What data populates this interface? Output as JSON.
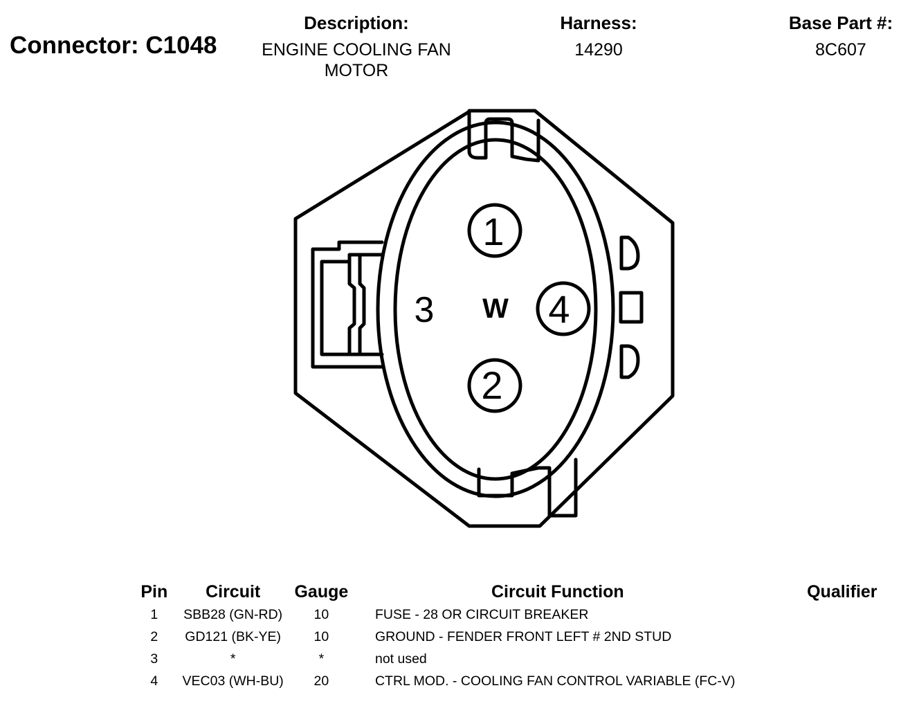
{
  "header": {
    "title": "Connector: C1048",
    "description_label": "Description:",
    "description_line1": "ENGINE COOLING FAN",
    "description_line2": "MOTOR",
    "harness_label": "Harness:",
    "harness_value": "14290",
    "base_part_label": "Base Part #:",
    "base_part_value": "8C607"
  },
  "diagram": {
    "pin1": "1",
    "pin2": "2",
    "pin3": "3",
    "pin4": "4",
    "key_mark": "W"
  },
  "table": {
    "headers": {
      "pin": "Pin",
      "circuit": "Circuit",
      "gauge": "Gauge",
      "function": "Circuit Function",
      "qualifier": "Qualifier"
    },
    "rows": [
      {
        "pin": "1",
        "circuit": "SBB28 (GN-RD)",
        "gauge": "10",
        "function": "FUSE - 28 OR CIRCUIT BREAKER",
        "qualifier": ""
      },
      {
        "pin": "2",
        "circuit": "GD121 (BK-YE)",
        "gauge": "10",
        "function": "GROUND - FENDER FRONT LEFT # 2ND STUD",
        "qualifier": ""
      },
      {
        "pin": "3",
        "circuit": "*",
        "gauge": "*",
        "function": "not used",
        "qualifier": ""
      },
      {
        "pin": "4",
        "circuit": "VEC03 (WH-BU)",
        "gauge": "20",
        "function": "CTRL MOD. - COOLING FAN CONTROL VARIABLE (FC-V)",
        "qualifier": ""
      }
    ]
  }
}
